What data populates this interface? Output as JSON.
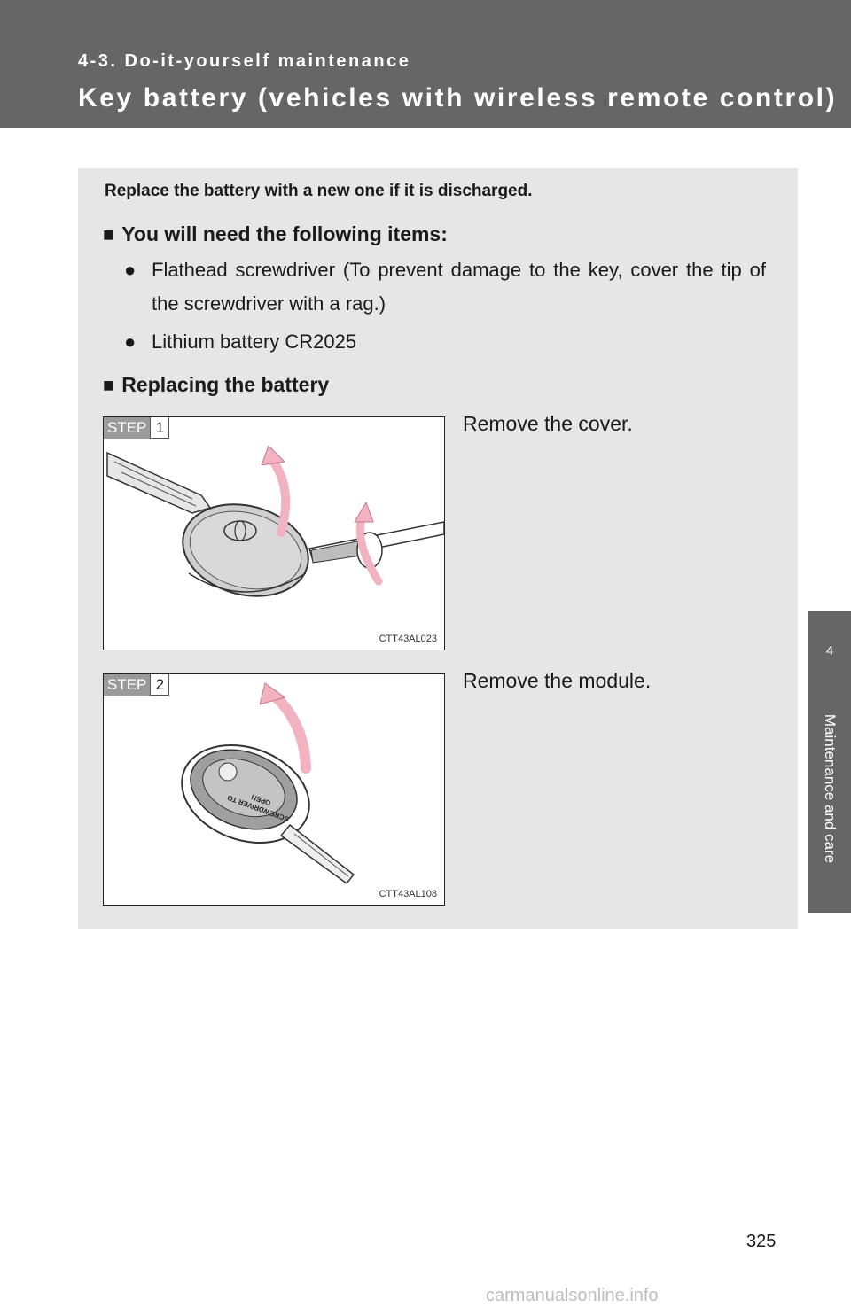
{
  "header": {
    "section": "4-3. Do-it-yourself maintenance",
    "title": "Key battery (vehicles with wireless remote control)"
  },
  "side_tab": {
    "chapter_number": "4",
    "chapter_title": "Maintenance and care"
  },
  "content": {
    "intro": "Replace the battery with a new one if it is discharged.",
    "items_heading": "You will need the following items:",
    "items": [
      "Flathead screwdriver (To prevent damage to the key, cover the tip of the screwdriver with a rag.)",
      "Lithium battery CR2025"
    ],
    "replacing_heading": "Replacing the battery",
    "steps": [
      {
        "step_label": "STEP",
        "number": "1",
        "text": "Remove the cover.",
        "figure_code": "CTT43AL023"
      },
      {
        "step_label": "STEP",
        "number": "2",
        "text": "Remove the module.",
        "figure_code": "CTT43AL108",
        "key_text": "SCREWDRIVER TO OPEN"
      }
    ]
  },
  "page_number": "325",
  "watermark": "carmanualsonline.info"
}
